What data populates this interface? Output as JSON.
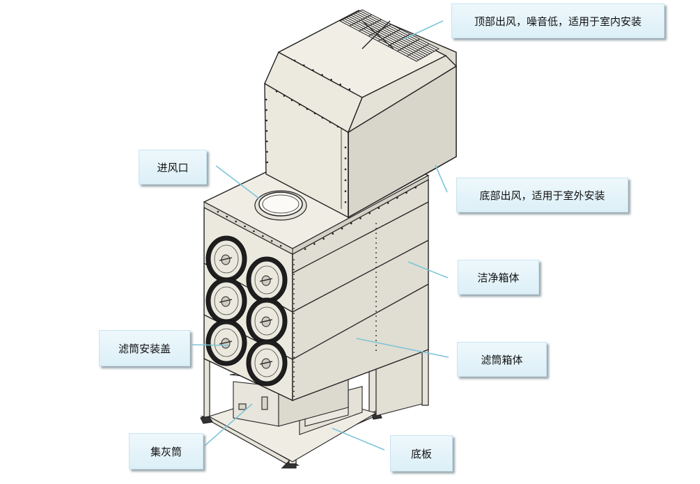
{
  "callouts": {
    "top_outlet": "顶部出风，噪音低，适用于室内安装",
    "inlet": "进风口",
    "bottom_outlet": "底部出风，适用于室外安装",
    "clean_box": "洁净箱体",
    "cartridge_cover": "滤筒安装盖",
    "filter_box": "滤筒箱体",
    "ash_bin": "集灰筒",
    "base_plate": "底板"
  },
  "colors": {
    "panel_light": "#ebe8de",
    "panel_mid": "#dedbd0",
    "panel_dark": "#d2cfc4",
    "outline": "#222222",
    "leader_line": "#7cc5d8",
    "callout_fill": "#e6f4fa"
  }
}
